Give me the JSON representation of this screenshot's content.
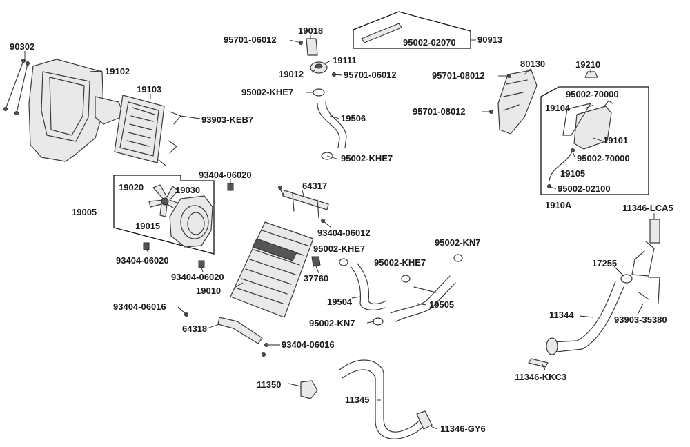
{
  "parts": {
    "p90302": "90302",
    "p19102": "19102",
    "p19103": "19103",
    "p93903_keb7": "93903-KEB7",
    "p95701_06012_a": "95701-06012",
    "p19018": "19018",
    "p19111": "19111",
    "p19012": "19012",
    "p95701_06012_b": "95701-06012",
    "p95002_khe7_a": "95002-KHE7",
    "p19506": "19506",
    "p95002_khe7_b": "95002-KHE7",
    "p95002_02070": "95002-02070",
    "p90913": "90913",
    "p95701_08012_a": "95701-08012",
    "p80130": "80130",
    "p19210": "19210",
    "p95701_08012_b": "95701-08012",
    "p95002_70000_a": "95002-70000",
    "p19104": "19104",
    "p19101": "19101",
    "p95002_70000_b": "95002-70000",
    "p19105": "19105",
    "p95002_02100": "95002-02100",
    "p1910a": "1910A",
    "p93404_06020_a": "93404-06020",
    "p19020": "19020",
    "p19030": "19030",
    "p19005": "19005",
    "p19015": "19015",
    "p93404_06020_b": "93404-06020",
    "p93404_06020_c": "93404-06020",
    "p19010": "19010",
    "p64317": "64317",
    "p93404_06012": "93404-06012",
    "p95002_khe7_c": "95002-KHE7",
    "p37760": "37760",
    "p95002_kn7_a": "95002-KN7",
    "p95002_khe7_d": "95002-KHE7",
    "p19504": "19504",
    "p19505": "19505",
    "p95002_kn7_b": "95002-KN7",
    "p93404_06016_a": "93404-06016",
    "p64318": "64318",
    "p93404_06016_b": "93404-06016",
    "p11350": "11350",
    "p11345": "11345",
    "p11346_gy6": "11346-GY6",
    "p11346_lca5": "11346-LCA5",
    "p17255": "17255",
    "p11344": "11344",
    "p93903_35380": "93903-35380",
    "p11346_kkc3": "11346-KKC3"
  }
}
